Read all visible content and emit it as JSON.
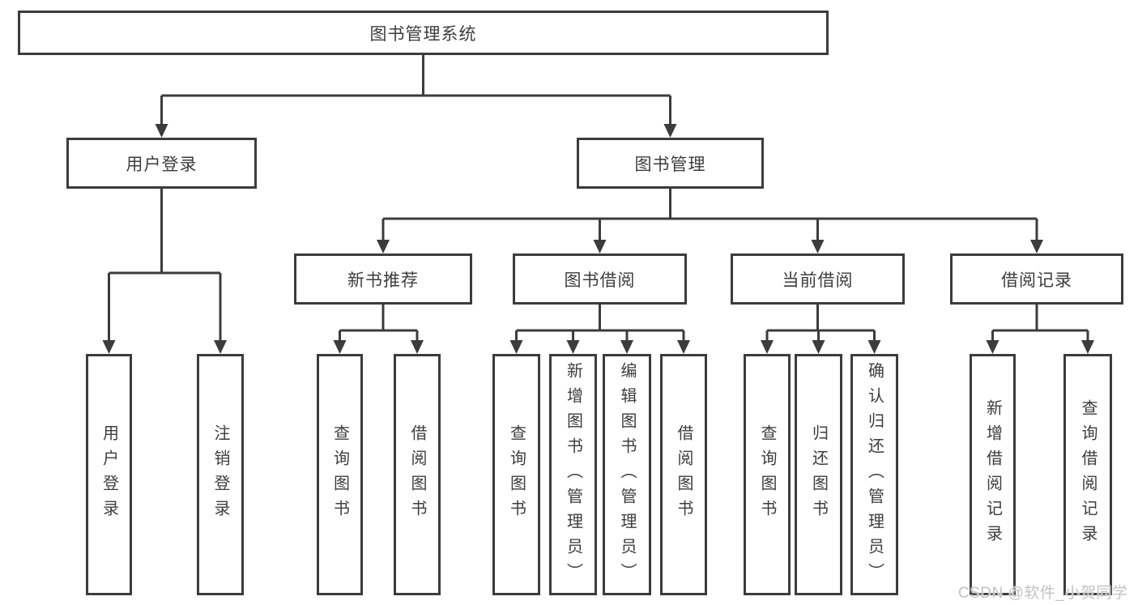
{
  "nodes": {
    "root": {
      "label": "图书管理系统"
    },
    "user_login": {
      "label": "用户登录"
    },
    "book_management": {
      "label": "图书管理"
    },
    "new_book_recommend": {
      "label": "新书推荐"
    },
    "book_borrowing": {
      "label": "图书借阅"
    },
    "current_borrowing": {
      "label": "当前借阅"
    },
    "borrowing_records": {
      "label": "借阅记录"
    },
    "leaf_user_login": {
      "label": "用户登录"
    },
    "leaf_logout": {
      "label": "注销登录"
    },
    "leaf_query_books_1": {
      "label": "查询图书"
    },
    "leaf_borrow_books_1": {
      "label": "借阅图书"
    },
    "leaf_query_books_2": {
      "label": "查询图书"
    },
    "leaf_add_books_admin": {
      "label": "新增图书（管理员）"
    },
    "leaf_edit_books_admin": {
      "label": "编辑图书（管理员）"
    },
    "leaf_borrow_books_2": {
      "label": "借阅图书"
    },
    "leaf_query_books_3": {
      "label": "查询图书"
    },
    "leaf_return_books": {
      "label": "归还图书"
    },
    "leaf_confirm_return_admin": {
      "label": "确认归还（管理员）"
    },
    "leaf_add_borrow_record": {
      "label": "新增借阅记录"
    },
    "leaf_query_borrow_record": {
      "label": "查询借阅记录"
    }
  },
  "watermark": {
    "text": "CSDN @软件_小贺同学"
  },
  "colors": {
    "line": "#3c3c3c",
    "text": "#3d3d3d",
    "box_fill": "#ffffff",
    "watermark": "#c2c2c2",
    "background": "#ffffff"
  }
}
